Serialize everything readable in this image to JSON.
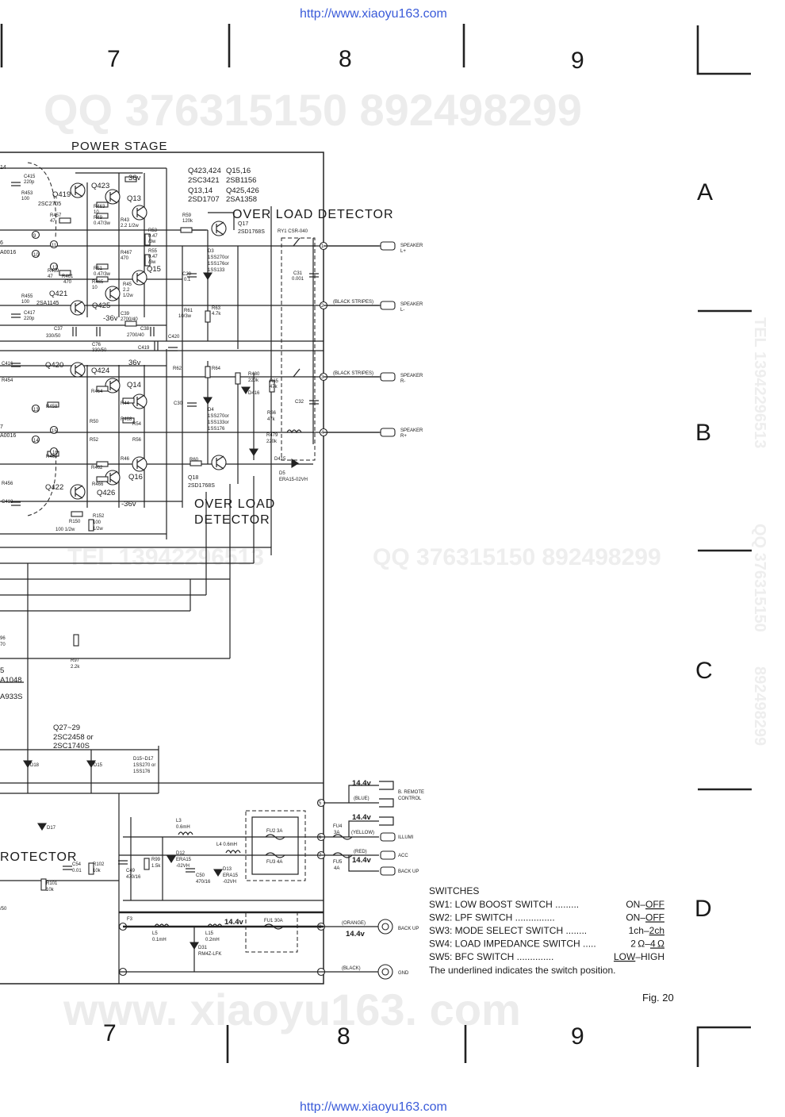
{
  "header_url": "http://www.xiaoyu163.com",
  "footer_url": "http://www.xiaoyu163.com",
  "watermarks": {
    "top": "QQ 376315150   892498299",
    "middle": "QQ  376315150  892498299",
    "middle_left": "TEL 13942296513",
    "bottom": "www. xiaoyu163. com",
    "side_1": "TEL 13942296513",
    "side_2": "QQ 376315150",
    "side_3": "892498299"
  },
  "columns": {
    "top": [
      "7",
      "8",
      "9"
    ],
    "bottom": [
      "7",
      "8",
      "9"
    ]
  },
  "rows": [
    "A",
    "B",
    "C",
    "D"
  ],
  "sections": {
    "power_stage": "POWER  STAGE",
    "overload_upper": "OVER LOAD DETECTOR",
    "overload_lower_1": "OVER LOAD",
    "overload_lower_2": "DETECTOR",
    "protector": "ROTECTOR"
  },
  "transistor_list": {
    "l1a": "Q423,424",
    "l1b": "Q15,16",
    "l2a": "2SC3421",
    "l2b": "2SB1156",
    "l3a": "Q13,14",
    "l3b": "Q425,426",
    "l4a": "2SD1707",
    "l4b": "2SA1358"
  },
  "transistors": {
    "q419": "Q419",
    "q419_type": "2SC2705",
    "q423": "Q423",
    "q13": "Q13",
    "q421": "Q421",
    "q421_type": "2SA1145",
    "q425": "Q425",
    "q15": "Q15",
    "q17": "Q17",
    "q17_type": "2SD1768S",
    "q420": "Q420",
    "q424": "Q424",
    "q14": "Q14",
    "q422": "Q422",
    "q426": "Q426",
    "q16": "Q16",
    "q18": "Q18",
    "q18_type": "2SD1768S",
    "q27": "Q27~29",
    "q27_type1": "2SC2458  or",
    "q27_type2": "2SC1740S",
    "q5_frag": "5",
    "qa1048": "A1048",
    "qa933": "A933S",
    "q14_frag": "14",
    "qa0016_top": "A0016",
    "q6_frag": "6",
    "q7_frag": "7",
    "qa0016_bot": "A0016"
  },
  "voltages": {
    "v36_top": "36v",
    "vm36_top": "-36v",
    "v36_mid": "36v",
    "vm36_bot": "-36v",
    "v144_1": "14.4v",
    "v144_2": "14.4v",
    "v144_3": "14.4v",
    "v144_4": "14.4v",
    "v144_5": "14.4v"
  },
  "components": {
    "c415": "C415",
    "c415v": "220p",
    "r453": "R453",
    "r453v": "100",
    "r457": "R457",
    "r457v": "47",
    "r463": "R463",
    "r463v": "10",
    "r49": "R49",
    "r49v": "0.47/3w",
    "r43": "R43",
    "r43v": "2.2 1/2w",
    "r59": "R59",
    "r59v": "120k",
    "r53": "R53",
    "r53v1": "0.47",
    "r53v2": "/3w",
    "r55": "R55",
    "r55v1": "0.47",
    "r55v2": "/3w",
    "r467": "R467",
    "r467v": "470",
    "r459": "R459",
    "r459v": "47",
    "r461": "R461",
    "r461v": "470",
    "r51": "R51",
    "r51v": "0.47/3w",
    "r465": "R465",
    "r465v": "10",
    "r45": "R45",
    "r45v1": "2.2",
    "r45v2": "1/2w",
    "r455": "R455",
    "r455v": "100",
    "c417": "C417",
    "c417v": "220p",
    "c39": "C39",
    "c39v": "2700/40",
    "c37": "C37",
    "c37v": "330/50",
    "c38": "C38",
    "c38v": "2700/40",
    "c76": "C76",
    "c76v": "330/50",
    "c419": "C419",
    "c420": "C420",
    "d3": "D3",
    "d3v1": "1SS270or",
    "d3v2": "1SS176or",
    "d3v3": "1SS133",
    "c29": "C29",
    "c29v": "0.1",
    "r61": "R61",
    "r61v": "10/3w",
    "r63": "R63",
    "r63v": "4.7k",
    "ry1": "RY1 CSR-040",
    "c31": "C31",
    "c31v": "0.001",
    "c416": "C416",
    "r454": "R454",
    "r464": "R464",
    "r44": "R44",
    "r62": "R62",
    "r64": "R64",
    "r480": "R480",
    "r480v": "220k",
    "d416": "D416",
    "r65": "R65",
    "r65v": "47k",
    "r458": "R458",
    "r50": "R50",
    "r468": "R468",
    "r54": "R54",
    "c30": "C30",
    "d4": "D4",
    "d4v1": "1SS270or",
    "d4v2": "1SS133or",
    "d4v3": "1SS176",
    "r66": "R66",
    "r66v": "47k",
    "c32": "C32",
    "r479": "R479",
    "r479v": "220k",
    "r52": "R52",
    "r56": "R56",
    "r460": "R460",
    "d415": "D415",
    "d5": "D5",
    "d5v": "ERA15-02VH",
    "r462": "R462",
    "r46": "R46",
    "r60": "R60",
    "r456": "R456",
    "r466": "R466",
    "c418": "C418",
    "r150": "R150",
    "r150v": "100 1/2w",
    "r152": "R152",
    "r152v1": "100",
    "r152v2": "1/2w",
    "r96_frag": "96",
    "r70_frag": "70",
    "r97": "R97",
    "r97v": "2.2k",
    "d18": "D18",
    "d15": "D15",
    "d15_17": "D15~D17",
    "d15_17v1": "1SS270  or",
    "d15_17v2": "1SS176",
    "d17": "D17",
    "l3": "L3",
    "l3v": "0.6mH",
    "l4": "L4 0.6mH",
    "c54": "C54",
    "c54v": "0.01",
    "r102": "R102",
    "r102v": "10k",
    "r101": "R101",
    "r101v": "10k",
    "c49": "C49",
    "c49v": "470/16",
    "r99": "R99",
    "r99v": "1.5k",
    "d12": "D12",
    "d12v": "ERA15",
    "d12v2": "-02VH",
    "c50": "C50",
    "c50v": "470/16",
    "d13": "D13",
    "d13v": "ERA15",
    "d13v2": "-02VH",
    "fu2": "FU2  3A",
    "fu3": "FU3  4A",
    "fu4": "FU4",
    "fu4v": "3A",
    "fu5": "FU5",
    "fu5v": "4A",
    "f3": "F3",
    "l5": "L5",
    "l5v": "0.1mH",
    "l15": "L15",
    "l15v": "0.2mH",
    "d31": "D31",
    "d31v": "RM4Z-LFK",
    "fu1": "FU1  30A",
    "c50_left": "/50"
  },
  "wires": {
    "black_stripes_1": "(BLACK STRIPES)",
    "black_stripes_2": "(BLACK STRIPES)",
    "blue": "(BLUE)",
    "yellow": "(YELLOW)",
    "red": "(RED)",
    "orange": "(ORANGE)",
    "black": "(BLACK)"
  },
  "connectors": {
    "spk_lp": "SPEAKER",
    "spk_lp2": "L+",
    "spk_lm": "SPEAKER",
    "spk_lm2": "L-",
    "spk_rm": "SPEAKER",
    "spk_rm2": "R-",
    "spk_rp": "SPEAKER",
    "spk_rp2": "R+",
    "bremote": "B. REMOTE",
    "bremote2": "CONTROL",
    "illumi": "ILLUMI",
    "acc": "ACC",
    "backup": "BACK UP",
    "backup2": "BACK UP",
    "gnd": "GND"
  },
  "pins": {
    "p9": "9",
    "p10": "10",
    "p11": "11",
    "p12": "12",
    "p13": "13",
    "p14": "14",
    "p15": "15",
    "p16": "16",
    "b1": "1",
    "b2": "2",
    "b3": "3",
    "b4": "4",
    "b5": "5",
    "b6": "6",
    "b7": "7",
    "b8": "8"
  },
  "switches": {
    "heading": "SWITCHES",
    "items": [
      {
        "label": "SW1: LOW BOOST SWITCH",
        "dots": ".........",
        "opt_a": "ON",
        "sep": "–",
        "opt_b": "OFF",
        "underlined": "b"
      },
      {
        "label": "SW2: LPF SWITCH",
        "dots": "...............",
        "opt_a": "ON",
        "sep": "–",
        "opt_b": "OFF",
        "underlined": "b"
      },
      {
        "label": "SW3: MODE SELECT SWITCH",
        "dots": "........",
        "opt_a": "1ch",
        "sep": "–",
        "opt_b": "2ch",
        "underlined": "b"
      },
      {
        "label": "SW4: LOAD IMPEDANCE SWITCH",
        "dots": ".....",
        "opt_a": "2 Ω",
        "sep": "–",
        "opt_b": "4 Ω",
        "underlined": "b"
      },
      {
        "label": "SW5: BFC SWITCH",
        "dots": "..............",
        "opt_a": "LOW",
        "sep": "–",
        "opt_b": "HIGH",
        "underlined": "a"
      }
    ],
    "note": "The underlined indicates the switch position."
  },
  "figure_label": "Fig. 20"
}
